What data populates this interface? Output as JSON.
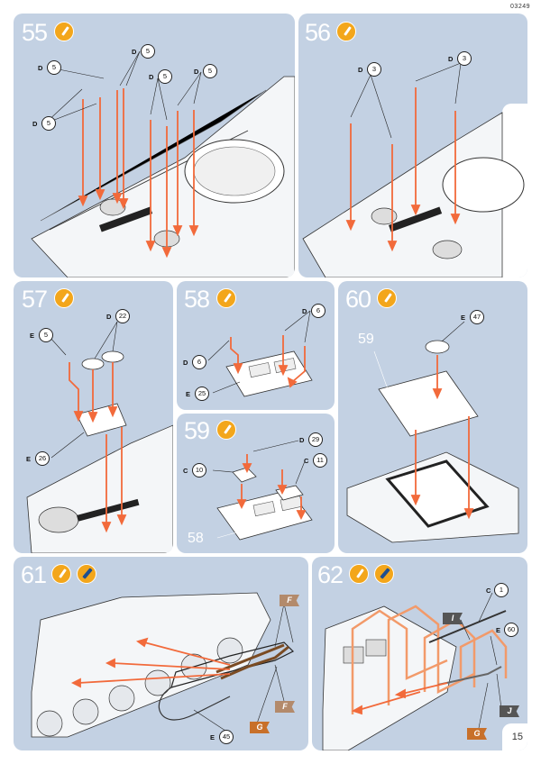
{
  "doc_code": "03249",
  "page_number": "15",
  "steps": {
    "s55": {
      "number": "55",
      "ghost": ""
    },
    "s56": {
      "number": "56",
      "ghost": ""
    },
    "s57": {
      "number": "57",
      "ghost": ""
    },
    "s58": {
      "number": "58",
      "ghost": ""
    },
    "s59": {
      "number": "59",
      "ghost": "58"
    },
    "s60": {
      "number": "60",
      "ghost": "59"
    },
    "s61": {
      "number": "61",
      "ghost": ""
    },
    "s62": {
      "number": "62",
      "ghost": ""
    }
  },
  "callouts": {
    "s55": [
      {
        "letter": "D",
        "num": "5"
      },
      {
        "letter": "D",
        "num": "5"
      },
      {
        "letter": "D",
        "num": "5"
      },
      {
        "letter": "D",
        "num": "5"
      },
      {
        "letter": "D",
        "num": "5"
      }
    ],
    "s56": [
      {
        "letter": "D",
        "num": "3"
      },
      {
        "letter": "D",
        "num": "3"
      }
    ],
    "s57": [
      {
        "letter": "D",
        "num": "22"
      },
      {
        "letter": "E",
        "num": "5"
      },
      {
        "letter": "E",
        "num": "26"
      }
    ],
    "s58": [
      {
        "letter": "D",
        "num": "6"
      },
      {
        "letter": "D",
        "num": "6"
      },
      {
        "letter": "E",
        "num": "25"
      }
    ],
    "s59": [
      {
        "letter": "D",
        "num": "29"
      },
      {
        "letter": "C",
        "num": "10"
      },
      {
        "letter": "C",
        "num": "11"
      }
    ],
    "s60": [
      {
        "letter": "E",
        "num": "47"
      }
    ],
    "s61": [
      {
        "letter": "E",
        "num": "45"
      }
    ],
    "s62": [
      {
        "letter": "C",
        "num": "1"
      },
      {
        "letter": "E",
        "num": "60"
      }
    ]
  },
  "paint_flags": {
    "s61": [
      "F",
      "F",
      "G"
    ],
    "s62": [
      "I",
      "J",
      "G"
    ]
  },
  "icons": {
    "glue": "glue-icon",
    "paint": "paint-brush-icon"
  },
  "colors": {
    "panel_bg": "#c3d1e3",
    "arrow": "#f26a3b",
    "glue_badge": "#f3a61b"
  }
}
